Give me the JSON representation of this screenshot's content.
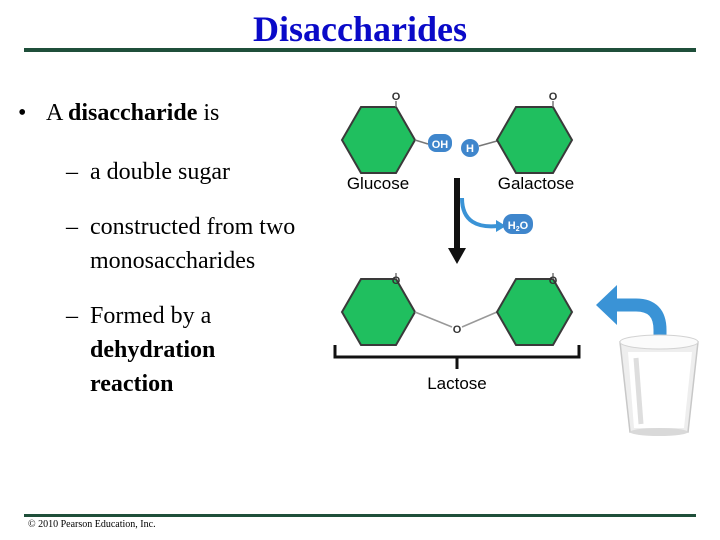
{
  "title": "Disaccharides",
  "bullet": {
    "prefix": "A ",
    "bold": "disaccharide",
    "suffix": " is"
  },
  "subs": [
    {
      "dash": "–",
      "line1": "a double sugar"
    },
    {
      "dash": "–",
      "line1": "constructed from two",
      "line2": "monosaccharides"
    },
    {
      "dash": "–",
      "line1_plain": "Formed by a",
      "line2_bold": "dehydration",
      "line3_bold": "reaction"
    }
  ],
  "diagram": {
    "glucose_label": "Glucose",
    "galactose_label": "Galactose",
    "lactose_label": "Lactose",
    "oh_label": "OH",
    "h_label": "H",
    "water_label": "H",
    "water_sub": "2",
    "water_o": "O",
    "ring_o": "O",
    "bridge_o": "O",
    "colors": {
      "ring_fill": "#20bf5f",
      "ring_stroke": "#3a3a3a",
      "hydroxyl": "#3f86cc",
      "arrow_blue": "#3a93d6"
    }
  },
  "footer": "© 2010 Pearson Education, Inc."
}
